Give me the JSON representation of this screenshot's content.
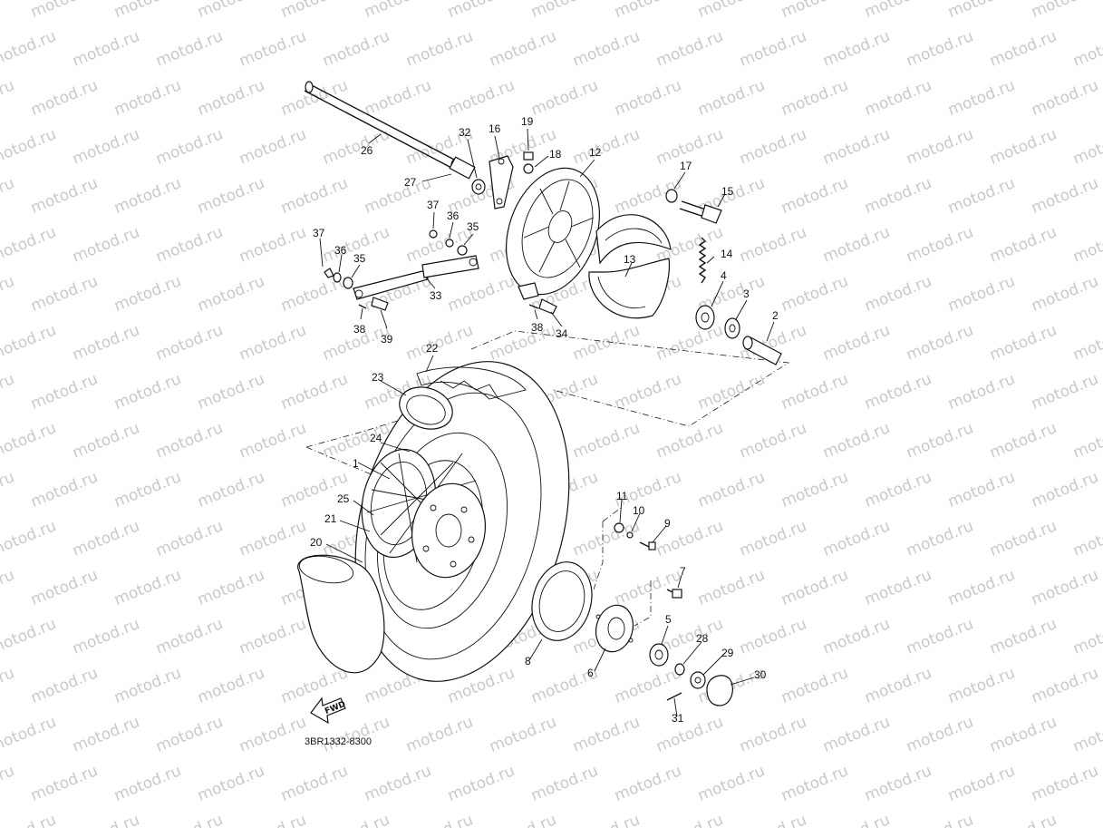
{
  "watermark": {
    "text": "motod.ru"
  },
  "diagram": {
    "part_code": "3BR1332-8300",
    "forward_label": "FWD",
    "callouts": {
      "c1": "1",
      "c2": "2",
      "c3": "3",
      "c4": "4",
      "c5": "5",
      "c6": "6",
      "c7": "7",
      "c8": "8",
      "c9": "9",
      "c10": "10",
      "c11": "11",
      "c12": "12",
      "c13": "13",
      "c14": "14",
      "c15": "15",
      "c16": "16",
      "c17": "17",
      "c18": "18",
      "c19": "19",
      "c20": "20",
      "c21": "21",
      "c22": "22",
      "c23": "23",
      "c24": "24",
      "c25": "25",
      "c26": "26",
      "c27": "27",
      "c28": "28",
      "c29": "29",
      "c30": "30",
      "c31": "31",
      "c32": "32",
      "c33": "33",
      "c34": "34",
      "c35a": "35",
      "c35b": "35",
      "c36a": "36",
      "c36b": "36",
      "c37a": "37",
      "c37b": "37",
      "c38a": "38",
      "c38b": "38",
      "c39": "39"
    }
  }
}
